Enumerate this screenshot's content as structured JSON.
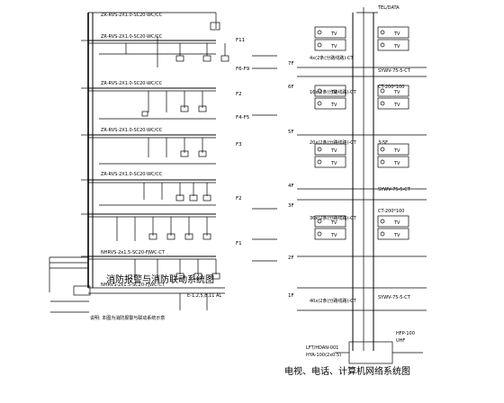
{
  "left": {
    "title": "消防报警与消防联动系统图",
    "cable_labels": [
      {
        "text": "ZR-RVS-2X1.0-SC20-WC/CC",
        "id": "c1"
      },
      {
        "text": "ZR-RVS-2X1.0-SC20-WC/CC",
        "id": "c2"
      },
      {
        "text": "ZR-RVS-2X1.0-SC20-WC/CC",
        "id": "c3"
      },
      {
        "text": "ZR-RVS-2X1.0-SC20-WC/CC",
        "id": "c4"
      },
      {
        "text": "ZR-RVS-2X1.0-SC20-WC/CC",
        "id": "c5"
      },
      {
        "text": "NHRVS-2x1.5-SC20-FJWC-CT",
        "id": "c6"
      },
      {
        "text": "NHRVS-2x1.5-SC20-FJWC-CT",
        "id": "c7"
      }
    ],
    "floor_marks": [
      "F11",
      "F6-F9",
      "F2",
      "F4-F5",
      "F3",
      "F2",
      "F1"
    ],
    "bottom_note": "E-1,2,5,8,11 AL",
    "legend_note": "说明: 本图为消防报警与联动系统示意"
  },
  "right": {
    "title": "电视、电话、计算机网络系统图",
    "top_tag": "TEL/DATA",
    "floors": [
      "7F",
      "6F",
      "5F",
      "4F",
      "3F",
      "2F",
      "1F"
    ],
    "cable_labels": [
      "4x(2条(分路线路)-CT",
      "16x(2条(分路线路)-CT",
      "20x(2条(分路线路)-CT",
      "36x(2条(分路线路)-CT",
      "40x(2条(分路线路)-CT"
    ],
    "riser_labels": [
      "SYWV-75-5-CT",
      "CT-200*100",
      "3-5F",
      "SYWV-75-5-CT",
      "CT-200*100",
      "SYWV-75-5-CT"
    ],
    "box_outlet_labels": [
      "TV",
      "TV",
      "TV",
      "TV"
    ],
    "equipment": [
      "HFP-100",
      "UHF",
      "LFT/HDAN-001",
      "HYA-100(2x0.5)"
    ]
  }
}
